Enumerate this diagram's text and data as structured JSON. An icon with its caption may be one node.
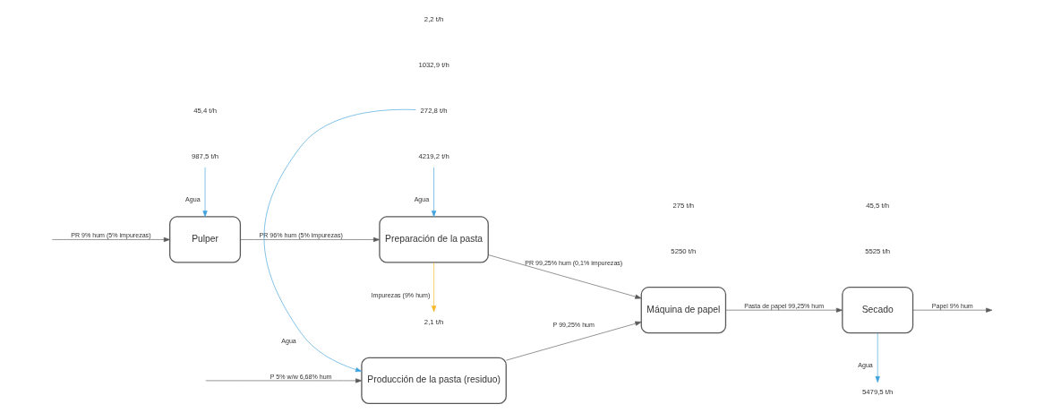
{
  "diagram": {
    "nodes": [
      {
        "text": [
          "987,5 t/h"
        ]
      },
      {
        "text": [
          "4219,2 t/h"
        ]
      },
      {
        "text": [
          "Pulper"
        ]
      },
      {
        "text": [
          "Preparación de la pasta"
        ]
      },
      {
        "text": [
          "Máquina de papel"
        ]
      },
      {
        "text": [
          "Secado"
        ]
      },
      {
        "text": [
          "2,1 t/h"
        ]
      },
      {
        "text": [
          "272,8 t/h"
        ]
      },
      {
        "text": [
          "5479,5 t/h"
        ]
      },
      {
        "text": [
          "Producción de la pasta (residuo)"
        ]
      }
    ],
    "edges": [
      {
        "from": null,
        "to": 2,
        "arrow": "to",
        "label": "PR 9% hum (5% impurezas)"
      },
      {
        "from": 0,
        "to": 2,
        "arrow": "to",
        "label": "Agua",
        "color": "#3ea1dc"
      },
      {
        "from": 2,
        "to": 3,
        "arrow": "to",
        "label": "PR 96% hum (5% impurezas)"
      },
      {
        "from": 1,
        "to": 3,
        "arrow": "to",
        "label": "Agua",
        "color": "#3ea1dc"
      },
      {
        "from": 3,
        "to": 4,
        "arrow": "to",
        "label": "PR 99,25% hum (0,1% impurezas)"
      },
      {
        "from": 3,
        "to": 6,
        "arrow": "to",
        "label": "Impurezas (9% hum)",
        "color": "#f5b928"
      },
      {
        "from": 4,
        "to": 5,
        "arrow": "to",
        "label": "Pasta de papel 99,25% hum"
      },
      {
        "from": 5,
        "to": null,
        "arrow": "to",
        "label": "Papel 9% hum"
      },
      {
        "from": 5,
        "to": 8,
        "arrow": "to",
        "label": "Agua",
        "color": "#3ea1dc"
      },
      {
        "from": 7,
        "to": 9,
        "arrow": "to",
        "label": "Agua",
        "color": "#3ea1dc"
      },
      {
        "from": null,
        "to": 9,
        "arrow": "to",
        "label": "P 5% w/w 6,68% hum"
      },
      {
        "from": 9,
        "to": 4,
        "arrow": "to",
        "label": "P 99,25% hum"
      }
    ],
    "labels": [
      "45,4 t/h",
      "1032,9 t/h",
      "5250 t/h",
      "5525 t/h",
      "45,5 t/h",
      "275 t/h",
      "2,2 t/h"
    ]
  }
}
